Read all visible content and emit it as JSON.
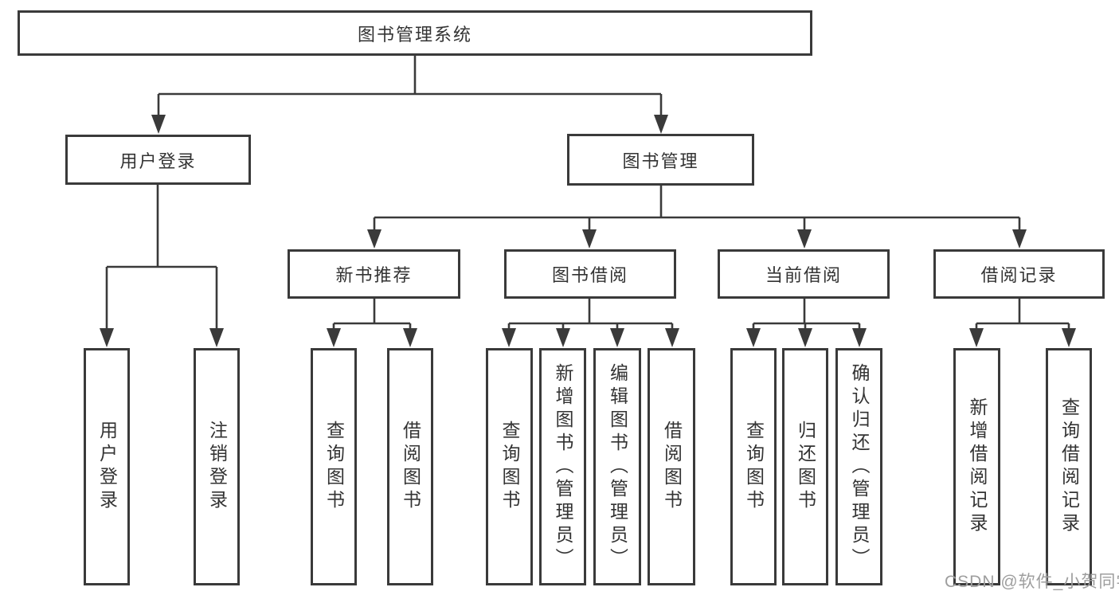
{
  "colors": {
    "line": "#3a3a3a",
    "text": "#333333",
    "box_fill": "#ffffff",
    "watermark": "#9e9e9e",
    "background": "#ffffff"
  },
  "diagram": {
    "root": {
      "label": "图书管理系统"
    },
    "level2": [
      {
        "label": "用户登录"
      },
      {
        "label": "图书管理"
      }
    ],
    "level3": [
      {
        "label": "新书推荐"
      },
      {
        "label": "图书借阅"
      },
      {
        "label": "当前借阅"
      },
      {
        "label": "借阅记录"
      }
    ],
    "leaves": {
      "user_login": [
        {
          "label": "用户登录"
        },
        {
          "label": "注销登录"
        }
      ],
      "new_book_recommend": [
        {
          "label": "查询图书"
        },
        {
          "label": "借阅图书"
        }
      ],
      "book_borrow": [
        {
          "label": "查询图书"
        },
        {
          "label": "新增图书（管理员）"
        },
        {
          "label": "编辑图书（管理员）"
        },
        {
          "label": "借阅图书"
        }
      ],
      "current_borrow": [
        {
          "label": "查询图书"
        },
        {
          "label": "归还图书"
        },
        {
          "label": "确认归还（管理员）"
        }
      ],
      "borrow_record": [
        {
          "label": "新增借阅记录"
        },
        {
          "label": "查询借阅记录"
        }
      ]
    }
  },
  "watermark": {
    "text": "CSDN @软件_小贺同学"
  }
}
